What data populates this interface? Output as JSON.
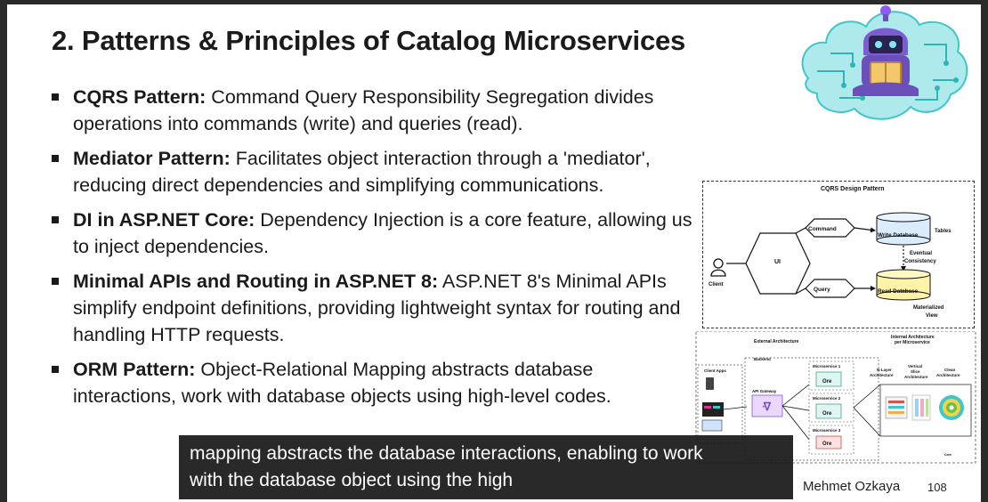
{
  "slide": {
    "title": "2. Patterns & Principles of Catalog Microservices",
    "bullets": [
      {
        "term": "CQRS Pattern:",
        "text": " Command Query Responsibility Segregation divides operations into commands (write) and queries (read)."
      },
      {
        "term": "Mediator Pattern:",
        "text": " Facilitates object interaction through a 'mediator', reducing direct dependencies and simplifying communications."
      },
      {
        "term": "DI in ASP.NET Core:",
        "text": " Dependency Injection is a core feature, allowing us to inject dependencies."
      },
      {
        "term": "Minimal APIs and Routing in ASP.NET 8:",
        "text": " ASP.NET 8's Minimal APIs simplify endpoint definitions, providing lightweight syntax for routing and handling HTTP requests."
      },
      {
        "term": "ORM Pattern:",
        "text": " Object-Relational Mapping abstracts database interactions, work with database objects using high-level codes."
      }
    ],
    "footer_name": "Mehmet Ozkaya",
    "page_number": "108"
  },
  "cqrs_diagram": {
    "title": "CQRS Design Pattern",
    "client": "Client",
    "ui": "UI",
    "command": "Command",
    "query": "Query",
    "write_db": "Write Database",
    "read_db": "Read Database",
    "tables": "Tables",
    "eventual": "Eventual",
    "consistency": "Consistency",
    "materialized": "Materialized",
    "view": "View"
  },
  "arch_diagram": {
    "external": "External Architecture",
    "internal_1": "Internal Architecture",
    "internal_2": "per Microservice",
    "backend": "Backend",
    "client_apps": "Client Apps",
    "api_gateway": "API Gateway",
    "ms1": "Microservice 1",
    "ms2": "Microservice 2",
    "ms3": "Microservice 3",
    "nlayer_1": "N-Layer",
    "nlayer_2": "Architecture",
    "vslice_1": "Vertical",
    "vslice_2": "Slice",
    "vslice_3": "Architecture",
    "clean_1": "Clean",
    "clean_2": "Architecture",
    "core": "Core"
  },
  "subtitle": {
    "line1": "mapping abstracts the database interactions, enabling to work",
    "line2": "with the database object using the high"
  },
  "colors": {
    "accent_teal": "#3fc6c9",
    "accent_purple": "#6b4fbb",
    "subtitle_bg": "#191919"
  }
}
